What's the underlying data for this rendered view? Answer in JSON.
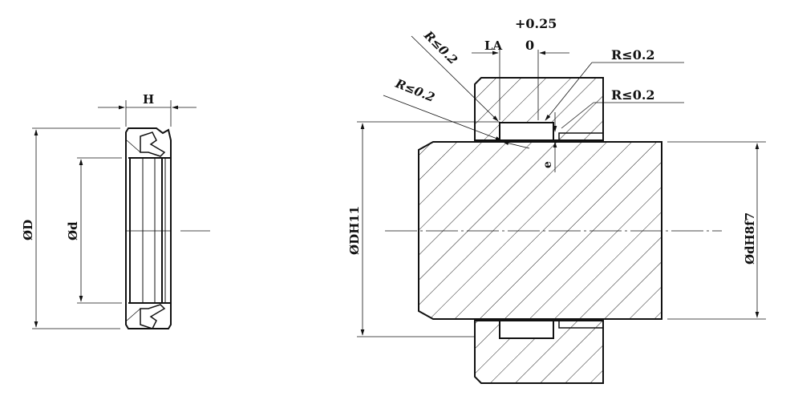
{
  "seal": {
    "width_label": "H",
    "outer_diameter_label": "ØD",
    "inner_diameter_label": "Ød"
  },
  "assembly": {
    "housing_bore_label": "ØDH11",
    "rod_diameter_label": "ØdH8f7",
    "groove_width_label": "LA",
    "groove_tol_upper": "+0.25",
    "groove_tol_lower": "0",
    "radius_labels": [
      "R≤0.2",
      "R≤0.2",
      "R≤0.2",
      "R≤0.2"
    ],
    "gap_label": "e"
  }
}
